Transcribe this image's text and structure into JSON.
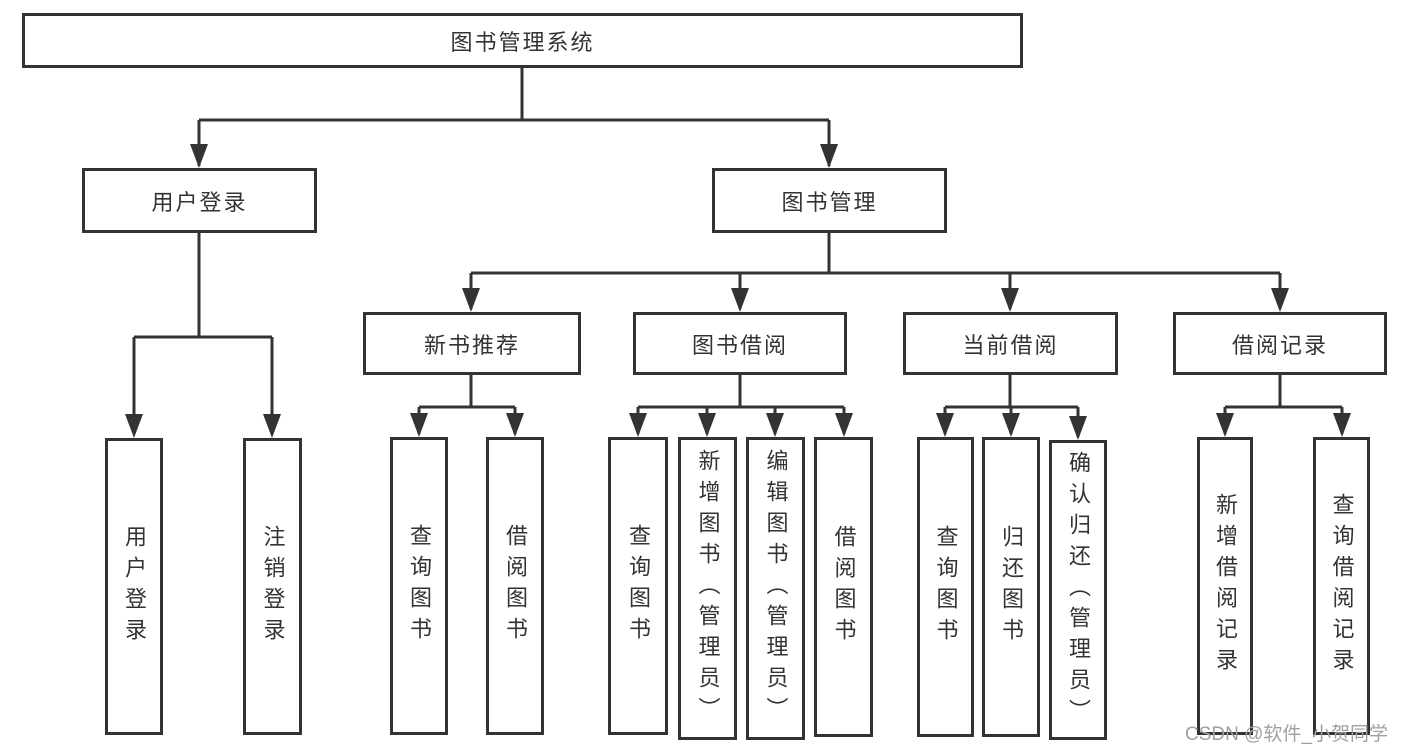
{
  "colors": {
    "line": "#333333",
    "text": "#333333",
    "box_background": "#ffffff",
    "page_background": "#ffffff",
    "watermark": "#a0a0a0"
  },
  "watermark": "CSDN @软件_小贺同学",
  "tree": {
    "root": "图书管理系统",
    "branches": [
      {
        "label": "用户登录",
        "children": [
          "用户登录",
          "注销登录"
        ]
      },
      {
        "label": "图书管理",
        "children": [
          {
            "label": "新书推荐",
            "children": [
              "查询图书",
              "借阅图书"
            ]
          },
          {
            "label": "图书借阅",
            "children": [
              "查询图书",
              "新增图书（管理员）",
              "编辑图书（管理员）",
              "借阅图书"
            ]
          },
          {
            "label": "当前借阅",
            "children": [
              "查询图书",
              "归还图书",
              "确认归还（管理员）"
            ]
          },
          {
            "label": "借阅记录",
            "children": [
              "新增借阅记录",
              "查询借阅记录"
            ]
          }
        ]
      }
    ]
  }
}
